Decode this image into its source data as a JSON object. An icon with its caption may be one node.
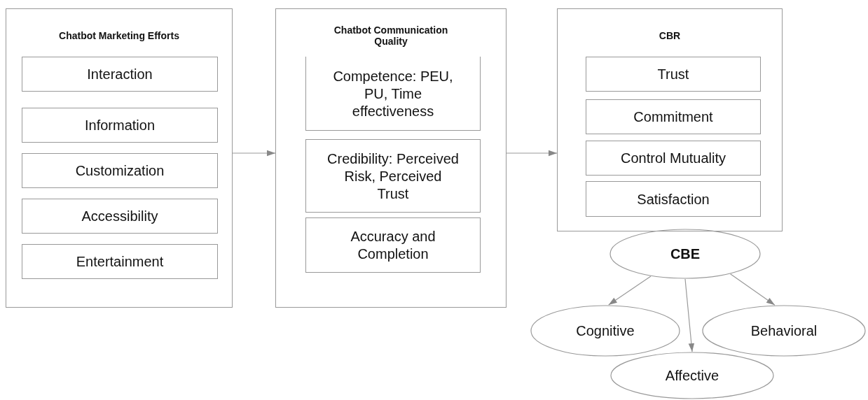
{
  "diagram": {
    "nodes": [
      {
        "text": [
          "Chatbot Marketing Efforts"
        ]
      },
      {
        "text": [
          "Interaction"
        ],
        "in": 0
      },
      {
        "text": [
          "Information"
        ],
        "in": 0
      },
      {
        "text": [
          "Customization"
        ],
        "in": 0
      },
      {
        "text": [
          "Accessibility"
        ],
        "in": 0
      },
      {
        "text": [
          "Entertainment"
        ],
        "in": 0
      },
      {
        "text": [
          "Chatbot Communication Quality"
        ]
      },
      {
        "text": [
          "Competence: PEU, PU, Time effectiveness"
        ],
        "in": 6
      },
      {
        "text": [
          "Credibility: Perceived Risk, Perceived Trust"
        ],
        "in": 6
      },
      {
        "text": [
          "Accuracy and Completion"
        ],
        "in": 6
      },
      {
        "text": [
          "CBR"
        ]
      },
      {
        "text": [
          "Trust"
        ],
        "in": 10
      },
      {
        "text": [
          "Commitment"
        ],
        "in": 10
      },
      {
        "text": [
          "Control Mutuality"
        ],
        "in": 10
      },
      {
        "text": [
          "Satisfaction"
        ],
        "in": 10
      },
      {
        "text": [
          "CBE"
        ]
      },
      {
        "text": [
          "Cognitive"
        ]
      },
      {
        "text": [
          "Behavioral"
        ]
      },
      {
        "text": [
          "Affective"
        ]
      }
    ],
    "edges": [
      {
        "from": 0,
        "to": 6,
        "arrow": "to"
      },
      {
        "from": 6,
        "to": 10,
        "arrow": "to"
      },
      {
        "from": 15,
        "to": 16,
        "arrow": "to"
      },
      {
        "from": 15,
        "to": 18,
        "arrow": "to"
      },
      {
        "from": 15,
        "to": 17,
        "arrow": "to"
      }
    ]
  }
}
